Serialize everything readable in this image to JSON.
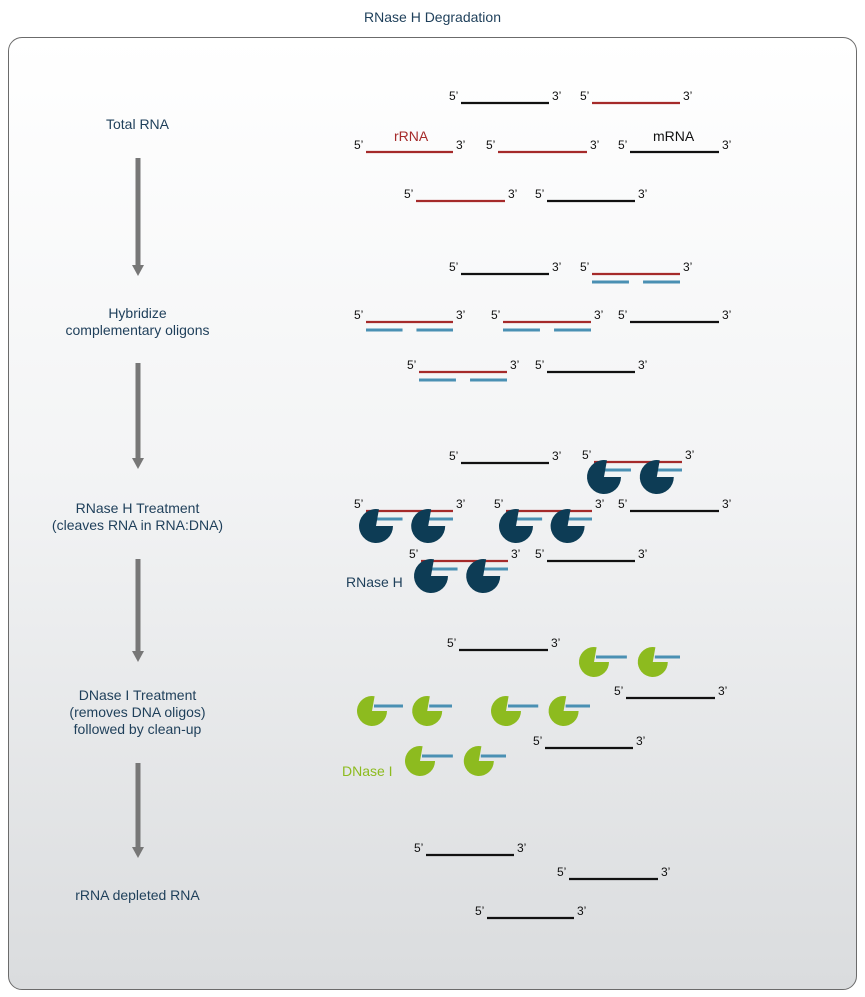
{
  "title": "RNase H Degradation",
  "colors": {
    "rna": "#a52a2a",
    "mrna": "#111111",
    "dna": "#4a90b3",
    "rnase_h": "#0d3c55",
    "dnase_i": "#8dbb1f",
    "arrow": "#777777",
    "text": "#1e3f5a"
  },
  "steps": [
    {
      "label": "Total RNA"
    },
    {
      "label": "Hybridize\ncomplementary oligons"
    },
    {
      "label": "RNase H Treatment\n(cleaves RNA in RNA:DNA)"
    },
    {
      "label": "DNase I Treatment\n(removes DNA oligos)\nfollowed by clean-up"
    },
    {
      "label": "rRNA depleted RNA"
    }
  ],
  "strand_labels": {
    "five": "5’",
    "three": "3’"
  },
  "molecule_labels": {
    "rrna": "rRNA",
    "mrna": "mRNA",
    "rnase_h": "RNase H",
    "dnase_i": "DNase I"
  }
}
